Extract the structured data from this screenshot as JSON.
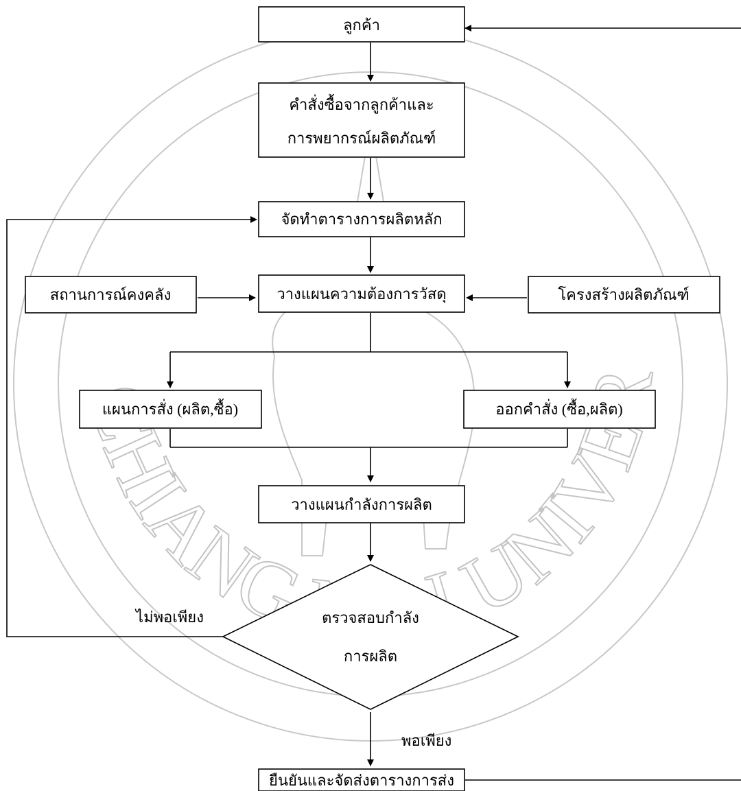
{
  "nodes": {
    "customer": "ลูกค้า",
    "orders_line1": "คำสั่งซื้อจากลูกค้าและ",
    "orders_line2": "การพยากรณ์ผลิตภัณฑ์",
    "mps": "จัดทำตารางการผลิตหลัก",
    "inventory": "สถานการณ์คงคลัง",
    "mrp": "วางแผนความต้องการวัสดุ",
    "bom": "โครงสร้างผลิตภัณฑ์",
    "planned_orders": "แผนการสั่ง (ผลิต,ซื้อ)",
    "release_orders": "ออกคำสั่ง (ซื้อ,ผลิต)",
    "crp": "วางแผนกำลังการผลิต",
    "check_line1": "ตรวจสอบกำลัง",
    "check_line2": "การผลิต",
    "confirm": "ยืนยันและจัดส่งตารางการส่ง"
  },
  "labels": {
    "insufficient": "ไม่พอเพียง",
    "sufficient": "พอเพียง"
  },
  "watermark": {
    "arc_text": "CHIANG MAI UNIVERSITY 1964",
    "color": "#c4c4c4"
  }
}
